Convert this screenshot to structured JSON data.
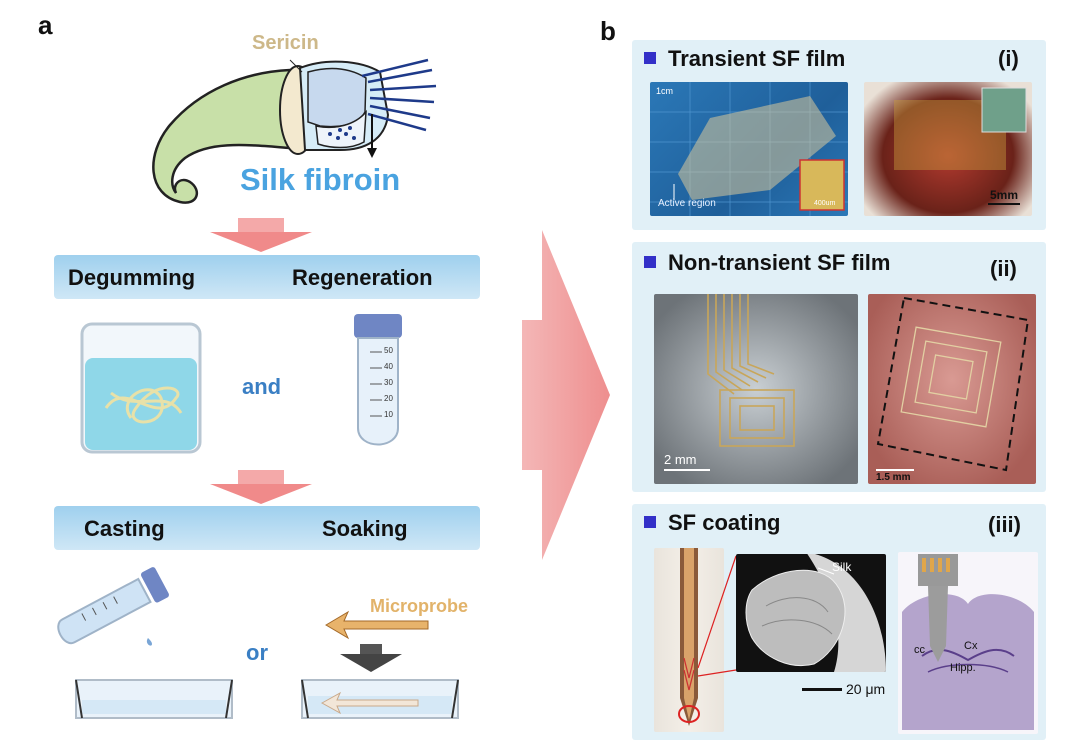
{
  "panel_a": {
    "letter": "a",
    "sericin_label": "Sericin",
    "silk_fibroin_label": "Silk fibroin",
    "bar1": {
      "left": "Degumming",
      "right": "Regeneration"
    },
    "and_label": "and",
    "bar2": {
      "left": "Casting",
      "right": "Soaking"
    },
    "microprobe_label": "Microprobe",
    "or_label": "or",
    "tube_ticks": [
      "50",
      "40",
      "30",
      "20",
      "10"
    ]
  },
  "panel_b": {
    "letter": "b",
    "box1": {
      "title": "Transient SF film",
      "num": "(i)",
      "scale1": "1cm",
      "active_region": "Active region",
      "inset_scale": "400um",
      "scale2": "5mm"
    },
    "box2": {
      "title": "Non-transient SF film",
      "num": "(ii)",
      "scale1": "2 mm",
      "scale2": "1.5 mm"
    },
    "box3": {
      "title": "SF coating",
      "num": "(iii)",
      "silk_label": "Silk",
      "scale": "20 μm",
      "cx": "Cx",
      "cc": "cc",
      "hipp": "Hipp."
    }
  },
  "colors": {
    "bar_blue": "#a8d4f0",
    "accent_blue": "#3a7fc4",
    "sericin_color": "#cdb889",
    "fibroin_blue": "#4aa3e0",
    "arrow_pink": "#f08a8a",
    "box_bg": "#e1f0f7",
    "square": "#3330c8"
  }
}
